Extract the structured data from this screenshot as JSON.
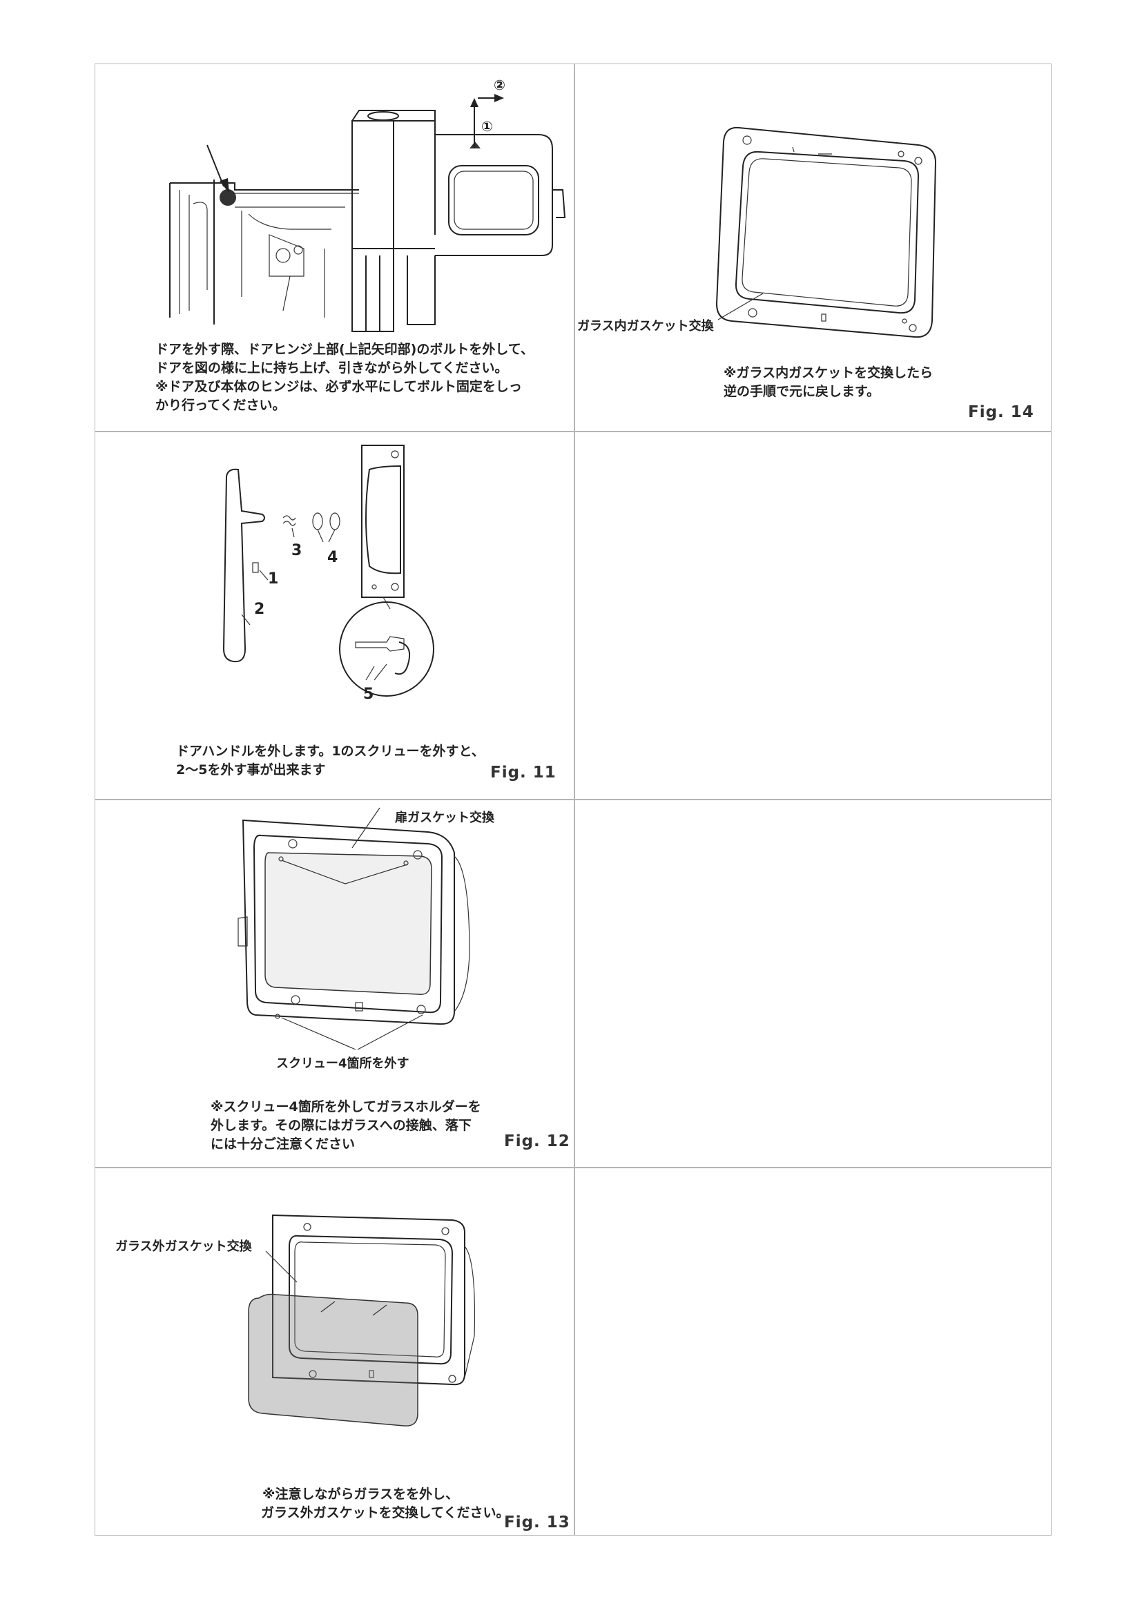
{
  "cells": {
    "door_removal": {
      "arrow_labels": [
        "②",
        "①"
      ],
      "lines": [
        "ドアを外す際、ドアヒンジ上部(上記矢印部)のボルトを外して、",
        "ドアを図の様に上に持ち上げ、引きながら外してください。",
        "※ドア及び本体のヒンジは、必ず水平にしてボルト固定をしっ",
        "かり行ってください。"
      ]
    },
    "fig14": {
      "label": "ガラス内ガスケット交換",
      "lines": [
        "※ガラス内ガスケットを交換したら",
        "逆の手順で元に戻します。"
      ],
      "fig": "Fig. 14"
    },
    "fig11": {
      "parts": [
        "1",
        "2",
        "3",
        "4",
        "5"
      ],
      "lines": [
        "ドアハンドルを外します。1のスクリューを外すと、",
        "2～5を外す事が出来ます"
      ],
      "fig": "Fig. 11"
    },
    "fig12": {
      "label_top": "扉ガスケット交換",
      "label_bottom": "スクリュー4箇所を外す",
      "lines": [
        "※スクリュー4箇所を外してガラスホルダーを",
        "外します。その際にはガラスへの接触、落下",
        "には十分ご注意ください"
      ],
      "fig": "Fig. 12"
    },
    "fig13": {
      "label": "ガラス外ガスケット交換",
      "lines": [
        "※注意しながらガラスをを外し、",
        "ガラス外ガスケットを交換してください。"
      ],
      "fig": "Fig. 13"
    }
  }
}
